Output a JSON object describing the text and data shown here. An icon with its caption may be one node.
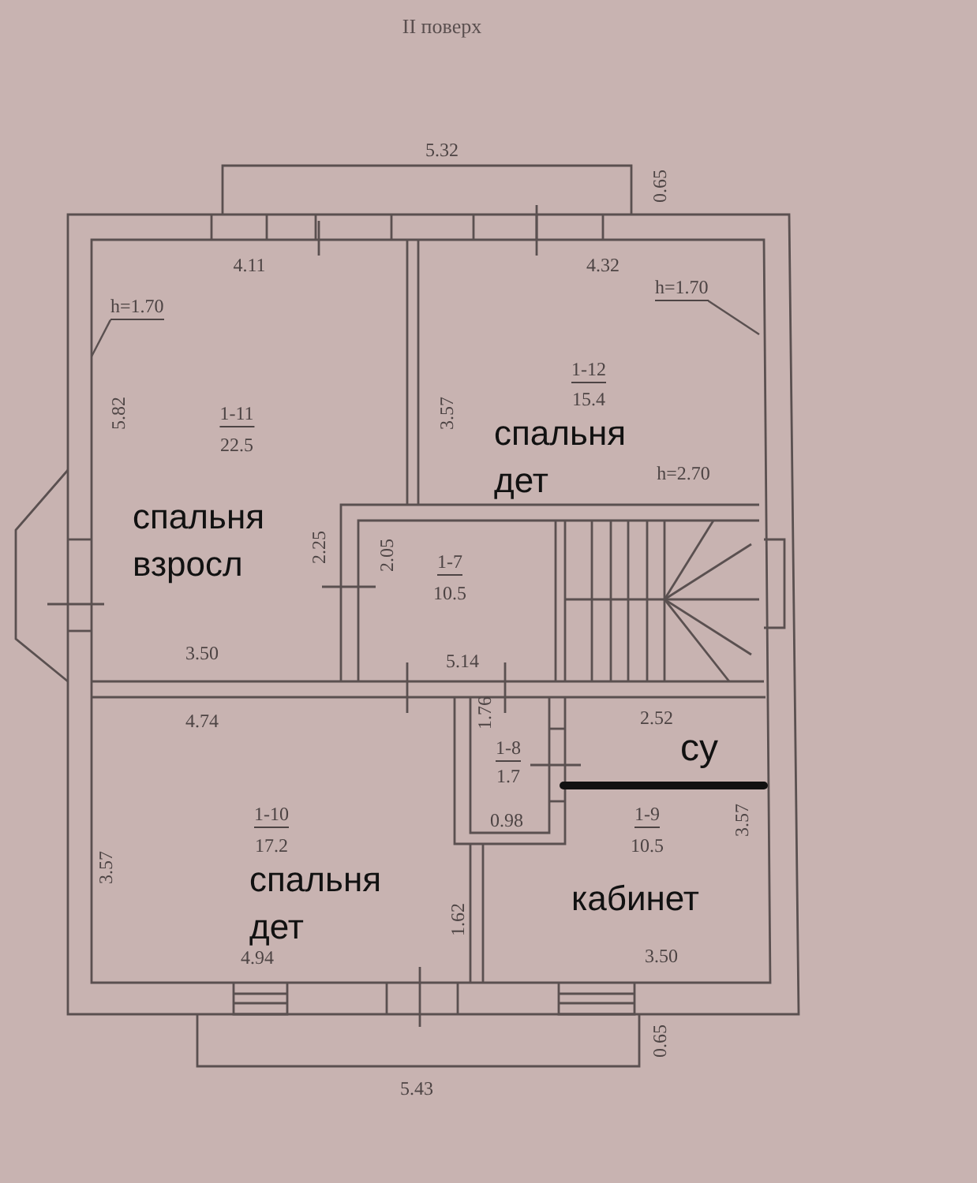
{
  "diagram": {
    "title": "II поверх",
    "nodes": [
      {
        "text": [
          "1-11",
          "22.5",
          "спальня взросл"
        ]
      },
      {
        "text": [
          "h=1.70"
        ]
      },
      {
        "text": [
          "1-12",
          "15.4",
          "спальня дет"
        ]
      },
      {
        "text": [
          "h=1.70"
        ]
      },
      {
        "text": [
          "1-7",
          "10.5"
        ]
      },
      {
        "text": [
          "1-10",
          "17.2",
          "спальня дет"
        ]
      },
      {
        "text": [
          "1-8",
          "1.7"
        ]
      },
      {
        "text": [
          "1-9",
          "10.5",
          "кабинет"
        ]
      }
    ],
    "edges": [
      {
        "from": 1,
        "to": null,
        "arrow": "none"
      },
      {
        "from": 3,
        "to": null,
        "arrow": "none"
      }
    ],
    "labels": [
      "5.32",
      "0.65",
      "4.11",
      "4.32",
      "5.82",
      "3.57",
      "h=2.70",
      "2.25",
      "2.05",
      "3.50",
      "5.14",
      "4.74",
      "1.76",
      "2.52",
      "су",
      "3.57",
      "3.57",
      "0.98",
      "1.62",
      "4.94",
      "3.50",
      "0.65",
      "5.43"
    ]
  }
}
